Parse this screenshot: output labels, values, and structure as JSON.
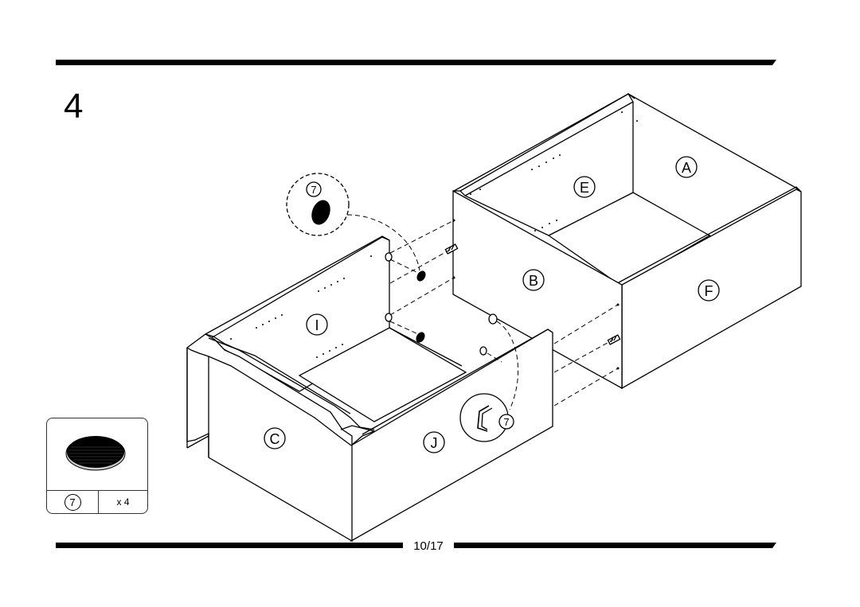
{
  "step": {
    "number": "4"
  },
  "page": {
    "number": "10/17"
  },
  "parts": {
    "A": "A",
    "B": "B",
    "C": "C",
    "E": "E",
    "F": "F",
    "I": "I",
    "J": "J"
  },
  "hardware": {
    "id": "7",
    "quantity": "x 4",
    "callout_top_label": "7",
    "callout_mid_label": "7",
    "color": "#000000"
  }
}
